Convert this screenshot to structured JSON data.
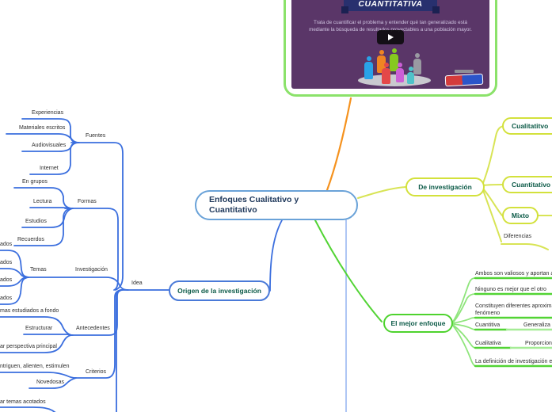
{
  "central": {
    "label": "Enfoques Cualitativo y Cuantitativo"
  },
  "video": {
    "banner": "CUANTITATIVA",
    "desc_line1": "Trata de cuantificar el problema y entender qué tan generalizado está",
    "desc_line2": "mediante la búsqueda de resultados proyectables a una población mayor."
  },
  "right": {
    "de_investigacion": {
      "label": "De investigación",
      "cualitativo": "Cualitatitvo",
      "cuantitativo": "Cuantitativo",
      "mixto": "Mixto",
      "diferencias": "Diferencias"
    },
    "mejor_enfoque": {
      "label": "El mejor enfoque",
      "rows": {
        "r1": "Ambos son valiosos y aportan al av",
        "r2": "Ninguno es mejor que el otro",
        "r3a": "Constituyen diferentes aproximaci",
        "r3b": "fenómeno",
        "r4a": "Cuantitiva",
        "r4b": "Generaliza l",
        "r5a": "Cualitativa",
        "r5b": "Proporciona",
        "r6": "La definición de investigación es vi"
      }
    }
  },
  "left": {
    "origen": {
      "label": "Origen de la investigación"
    },
    "idea": "Idea",
    "fuentes": {
      "label": "Fuentes",
      "items": [
        "Experiencias",
        "Materiales escritos",
        "Audiovisuales",
        "Internet"
      ]
    },
    "formas": {
      "label": "Formas",
      "items": [
        "En grupos",
        "Lectura",
        "Estudios",
        "Recuerdos"
      ]
    },
    "investigacion": {
      "label": "Investigación",
      "temas": "Temas",
      "items": [
        "ados",
        "ados",
        "ados",
        "ados"
      ]
    },
    "antecedentes": {
      "label": "Antecedentes",
      "items": [
        "mas estudiados a fondo",
        "Estructurar",
        "ar perspectiva principal"
      ]
    },
    "criterios": {
      "label": "Criterios",
      "items": [
        "ntriguen, alienten, estimulen",
        "Novedosas"
      ]
    },
    "extra": {
      "items": [
        "ar temas acotados"
      ]
    }
  },
  "colors": {
    "branch_blue": "#3a6ede",
    "branch_orange": "#f5921e",
    "branch_yellow_green": "#d8e455",
    "branch_green": "#52d434",
    "video_border": "#8be26a",
    "central_border": "#6aa2d8",
    "node_text": "#0b5a47"
  }
}
